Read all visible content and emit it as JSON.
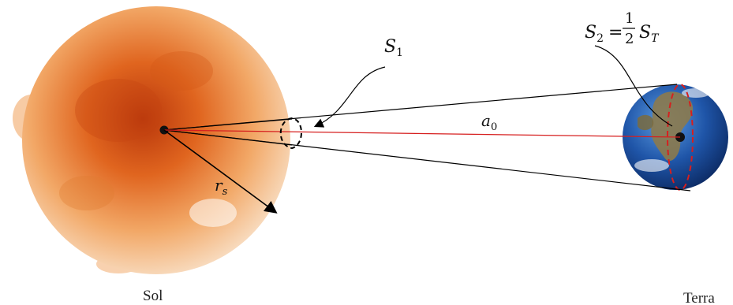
{
  "labels": {
    "sun": "Sol",
    "earth": "Terra",
    "s1_main": "S",
    "s1_sub": "1",
    "s2_main": "S",
    "s2_sub": "2",
    "equals": "=",
    "half_num": "1",
    "half_den": "2",
    "st_main": "S",
    "st_sub": "T",
    "a0_main": "a",
    "a0_sub": "0",
    "rs_main": "r",
    "rs_sub": "s"
  },
  "colors": {
    "sun_core": "#c2410c",
    "sun_mid": "#ea7a2a",
    "sun_edge": "#f6c89a",
    "earth_ocean": "#1d4f9c",
    "earth_land": "#8a7a4a",
    "axis_line": "#d61f1f",
    "lines": "#000000"
  }
}
